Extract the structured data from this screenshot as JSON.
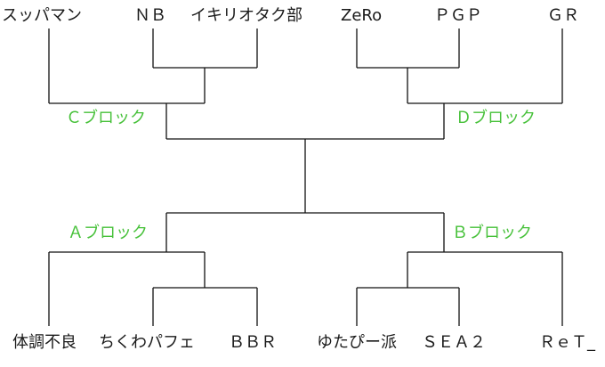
{
  "colors": {
    "line": "#111111",
    "team_text": "#1a1a1a",
    "block_label": "#47c13a"
  },
  "top_teams": {
    "t1": "スッパマン",
    "t2": "ＮＢ",
    "t3": "イキリオタク部",
    "t4": "ZeRo",
    "t5": "ＰＧＰ",
    "t6": "ＧＲ"
  },
  "bottom_teams": {
    "b1": "体調不良",
    "b2": "ちくわパフェ",
    "b3": "ＢＢＲ",
    "b4": "ゆたぴー派",
    "b5": "ＳＥＡ２",
    "b6": "ＲｅＴ_"
  },
  "blocks": {
    "c": "Ｃブロック",
    "d": "Ｄブロック",
    "a": "Ａブロック",
    "b": "Ｂブロック"
  }
}
